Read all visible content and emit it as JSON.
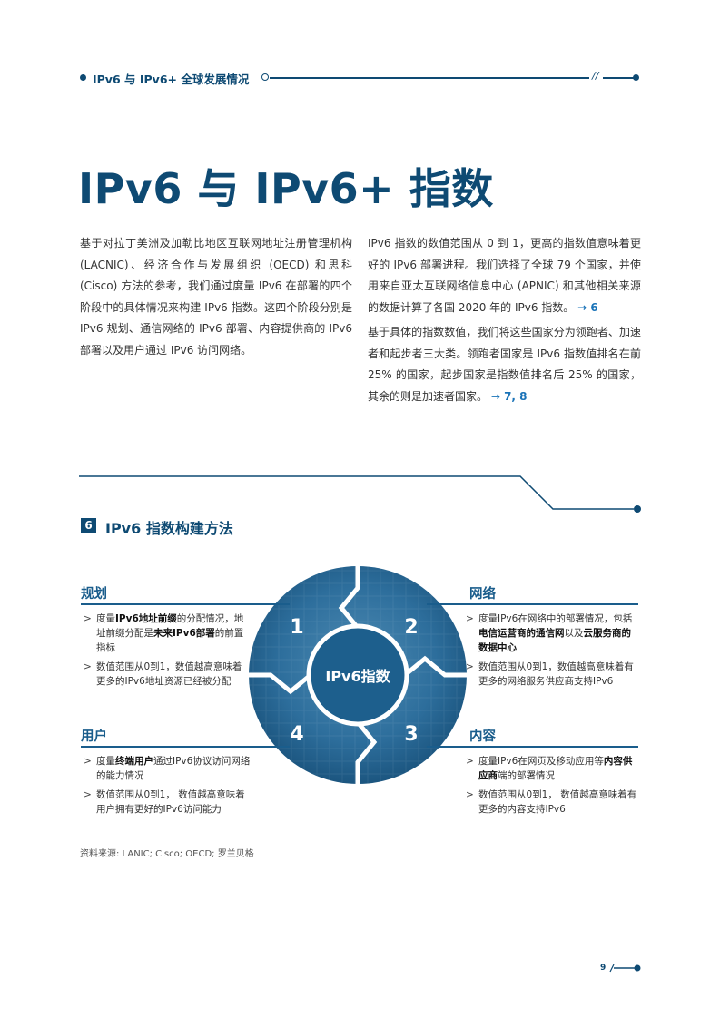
{
  "header": {
    "title": "IPv6 与 IPv6+ 全球发展情况",
    "slash": "//"
  },
  "page_title": "IPv6 与 IPv6+ 指数",
  "intro_left": "基于对拉丁美洲及加勒比地区互联网地址注册管理机构 (LACNIC)、经济合作与发展组织 (OECD) 和思科 (Cisco) 方法的参考，我们通过度量 IPv6 在部署的四个阶段中的具体情况来构建 IPv6 指数。这四个阶段分别是 IPv6 规划、通信网络的 IPv6 部署、内容提供商的 IPv6 部署以及用户通过 IPv6 访问网络。",
  "intro_right_1": "IPv6 指数的数值范围从 0 到 1，更高的指数值意味着更好的 IPv6 部署进程。我们选择了全球 79 个国家，并使用来自亚太互联网络信息中心 (APNIC) 和其他相关来源的数据计算了各国 2020 年的 IPv6 指数。",
  "intro_right_1_ref": "→ 6",
  "intro_right_2": "基于具体的指数数值，我们将这些国家分为领跑者、加速者和起步者三大类。领跑者国家是 IPv6 指数值排名在前 25% 的国家，起步国家是指数值排名后 25% 的国家，其余的则是加速者国家。",
  "intro_right_2_ref": "→ 7, 8",
  "section": {
    "number": "6",
    "title": "IPv6 指数构建方法"
  },
  "diagram": {
    "center": "IPv6指数",
    "segments": [
      "1",
      "2",
      "3",
      "4"
    ]
  },
  "quadrants": {
    "planning": {
      "title": "规划",
      "b1": [
        "度量",
        "IPv6地址前缀",
        "的分配情况，地址前缀分配是",
        "未来IPv6部署",
        "的前置指标"
      ],
      "b2": "数值范围从0到1，数值越高意味着更多的IPv6地址资源已经被分配"
    },
    "network": {
      "title": "网络",
      "b1": [
        "度量IPv6在网络中的部署情况，包括",
        "电信运营商的通信网",
        "以及",
        "云服务商的数据中心"
      ],
      "b2": "数值范围从0到1，数值越高意味着有更多的网络服务供应商支持IPv6"
    },
    "user": {
      "title": "用户",
      "b1": [
        "度量",
        "终端用户",
        "通过IPv6协议访问网络的能力情况"
      ],
      "b2": "数值范围从0到1， 数值越高意味着用户拥有更好的IPv6访问能力"
    },
    "content": {
      "title": "内容",
      "b1": [
        "度量IPv6在网页及移动应用等",
        "内容供应商",
        "端的部署情况"
      ],
      "b2": "数值范围从0到1， 数值越高意味着有更多的内容支持IPv6"
    }
  },
  "source": "资料来源: LANIC; Cisco; OECD; 罗兰贝格",
  "page_number": "9",
  "colors": {
    "primary": "#0e4a73",
    "accent": "#1a5d8c"
  }
}
